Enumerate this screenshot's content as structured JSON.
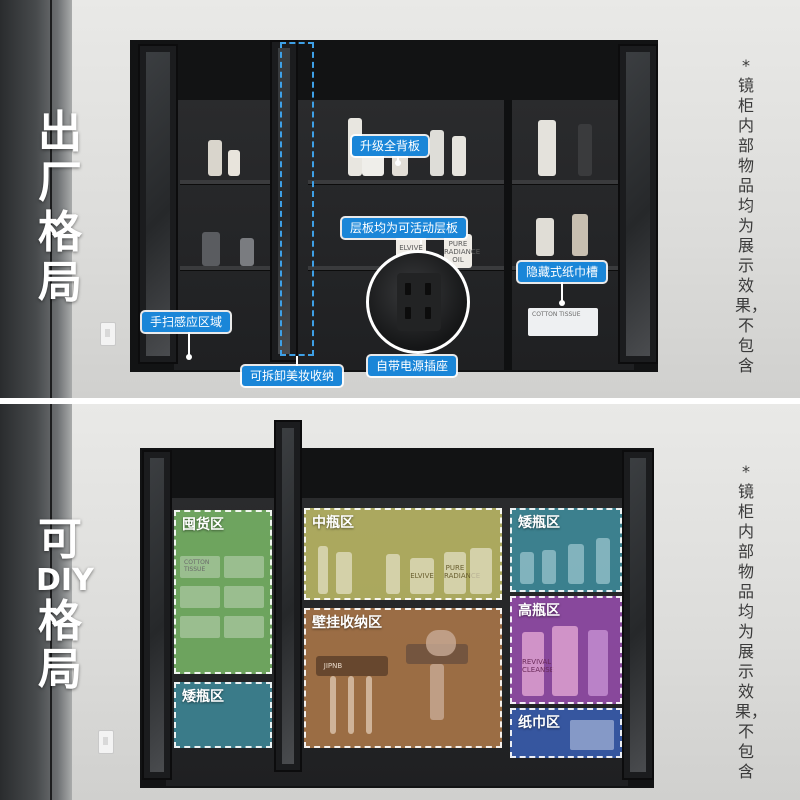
{
  "top_panel": {
    "title": "出厂格局",
    "side_note": "*镜柜内部物品均为展示效果，不包含",
    "callouts": {
      "full_backboard": "升级全背板",
      "adjustable_shelves": "层板均为可活动层板",
      "hidden_tissue_slot": "隐藏式纸巾槽",
      "hand_sweep_sensor": "手扫感应区域",
      "detachable_makeup_storage": "可拆卸美妆收纳",
      "built_in_power_socket": "自带电源插座"
    },
    "product_labels": {
      "tissue_box": "COTTON TISSUE",
      "bottle_brand": "ELVIVE",
      "bottle_line": "PURE RADIANCE OIL"
    },
    "icon_names": [
      "power-socket-icon",
      "wall-switch-icon"
    ]
  },
  "bottom_panel": {
    "title_line1": "可",
    "title_line2": "DIY",
    "title_line3": "格局",
    "side_note": "*镜柜内部物品均为展示效果，不包含",
    "zones": {
      "stock_zone": "囤货区",
      "mid_bottle_zone": "中瓶区",
      "short_bottle_zone_right": "矮瓶区",
      "wall_hanging_zone": "壁挂收纳区",
      "tall_bottle_zone": "高瓶区",
      "short_bottle_zone_left": "矮瓶区",
      "tissue_zone": "纸巾区"
    },
    "product_labels": {
      "tissue_box": "COTTON TISSUE",
      "bottle_brand": "ELVIVE",
      "bottle_line": "PURE RADIANCE",
      "pink_bottle": "REVIVAL CLEANSE",
      "toothbrush_holder": "JIPNB"
    },
    "zone_colors": {
      "stock": "#7ec06a",
      "mid_bottle": "#c8c46a",
      "short_bottle": "#3f8fa0",
      "wall_hanging": "#b07a4a",
      "tall_bottle": "#9a4fb0",
      "tissue": "#3a5fb5"
    }
  },
  "colors": {
    "callout_blue": "#1a86d8",
    "cabinet_black": "#121314",
    "wall": "#e2e2e0"
  }
}
